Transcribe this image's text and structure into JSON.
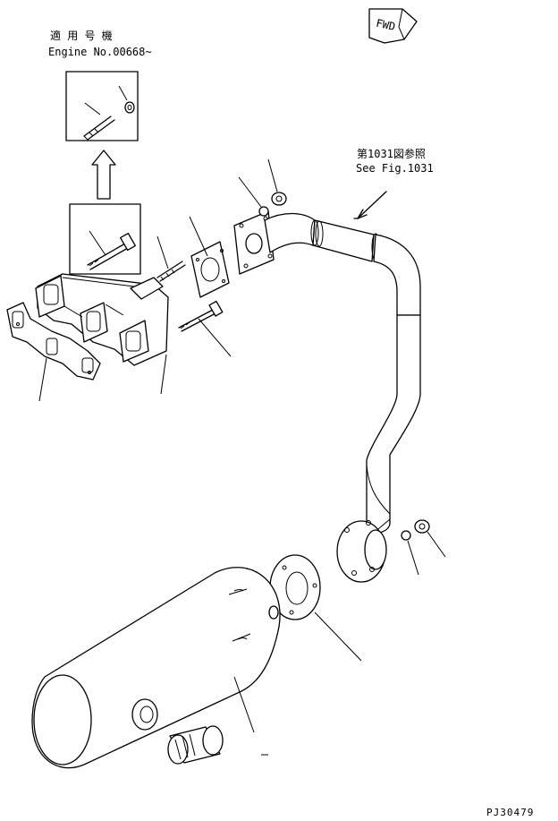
{
  "inset": {
    "applicable_label": "適 用 号 機",
    "engine_number": "Engine No.00668~"
  },
  "reference": {
    "figure_ref_jp": "第1031図参照",
    "figure_ref_en": "See Fig.1031"
  },
  "direction_marker": {
    "text": "FWD"
  },
  "drawing_id": "PJ30479"
}
